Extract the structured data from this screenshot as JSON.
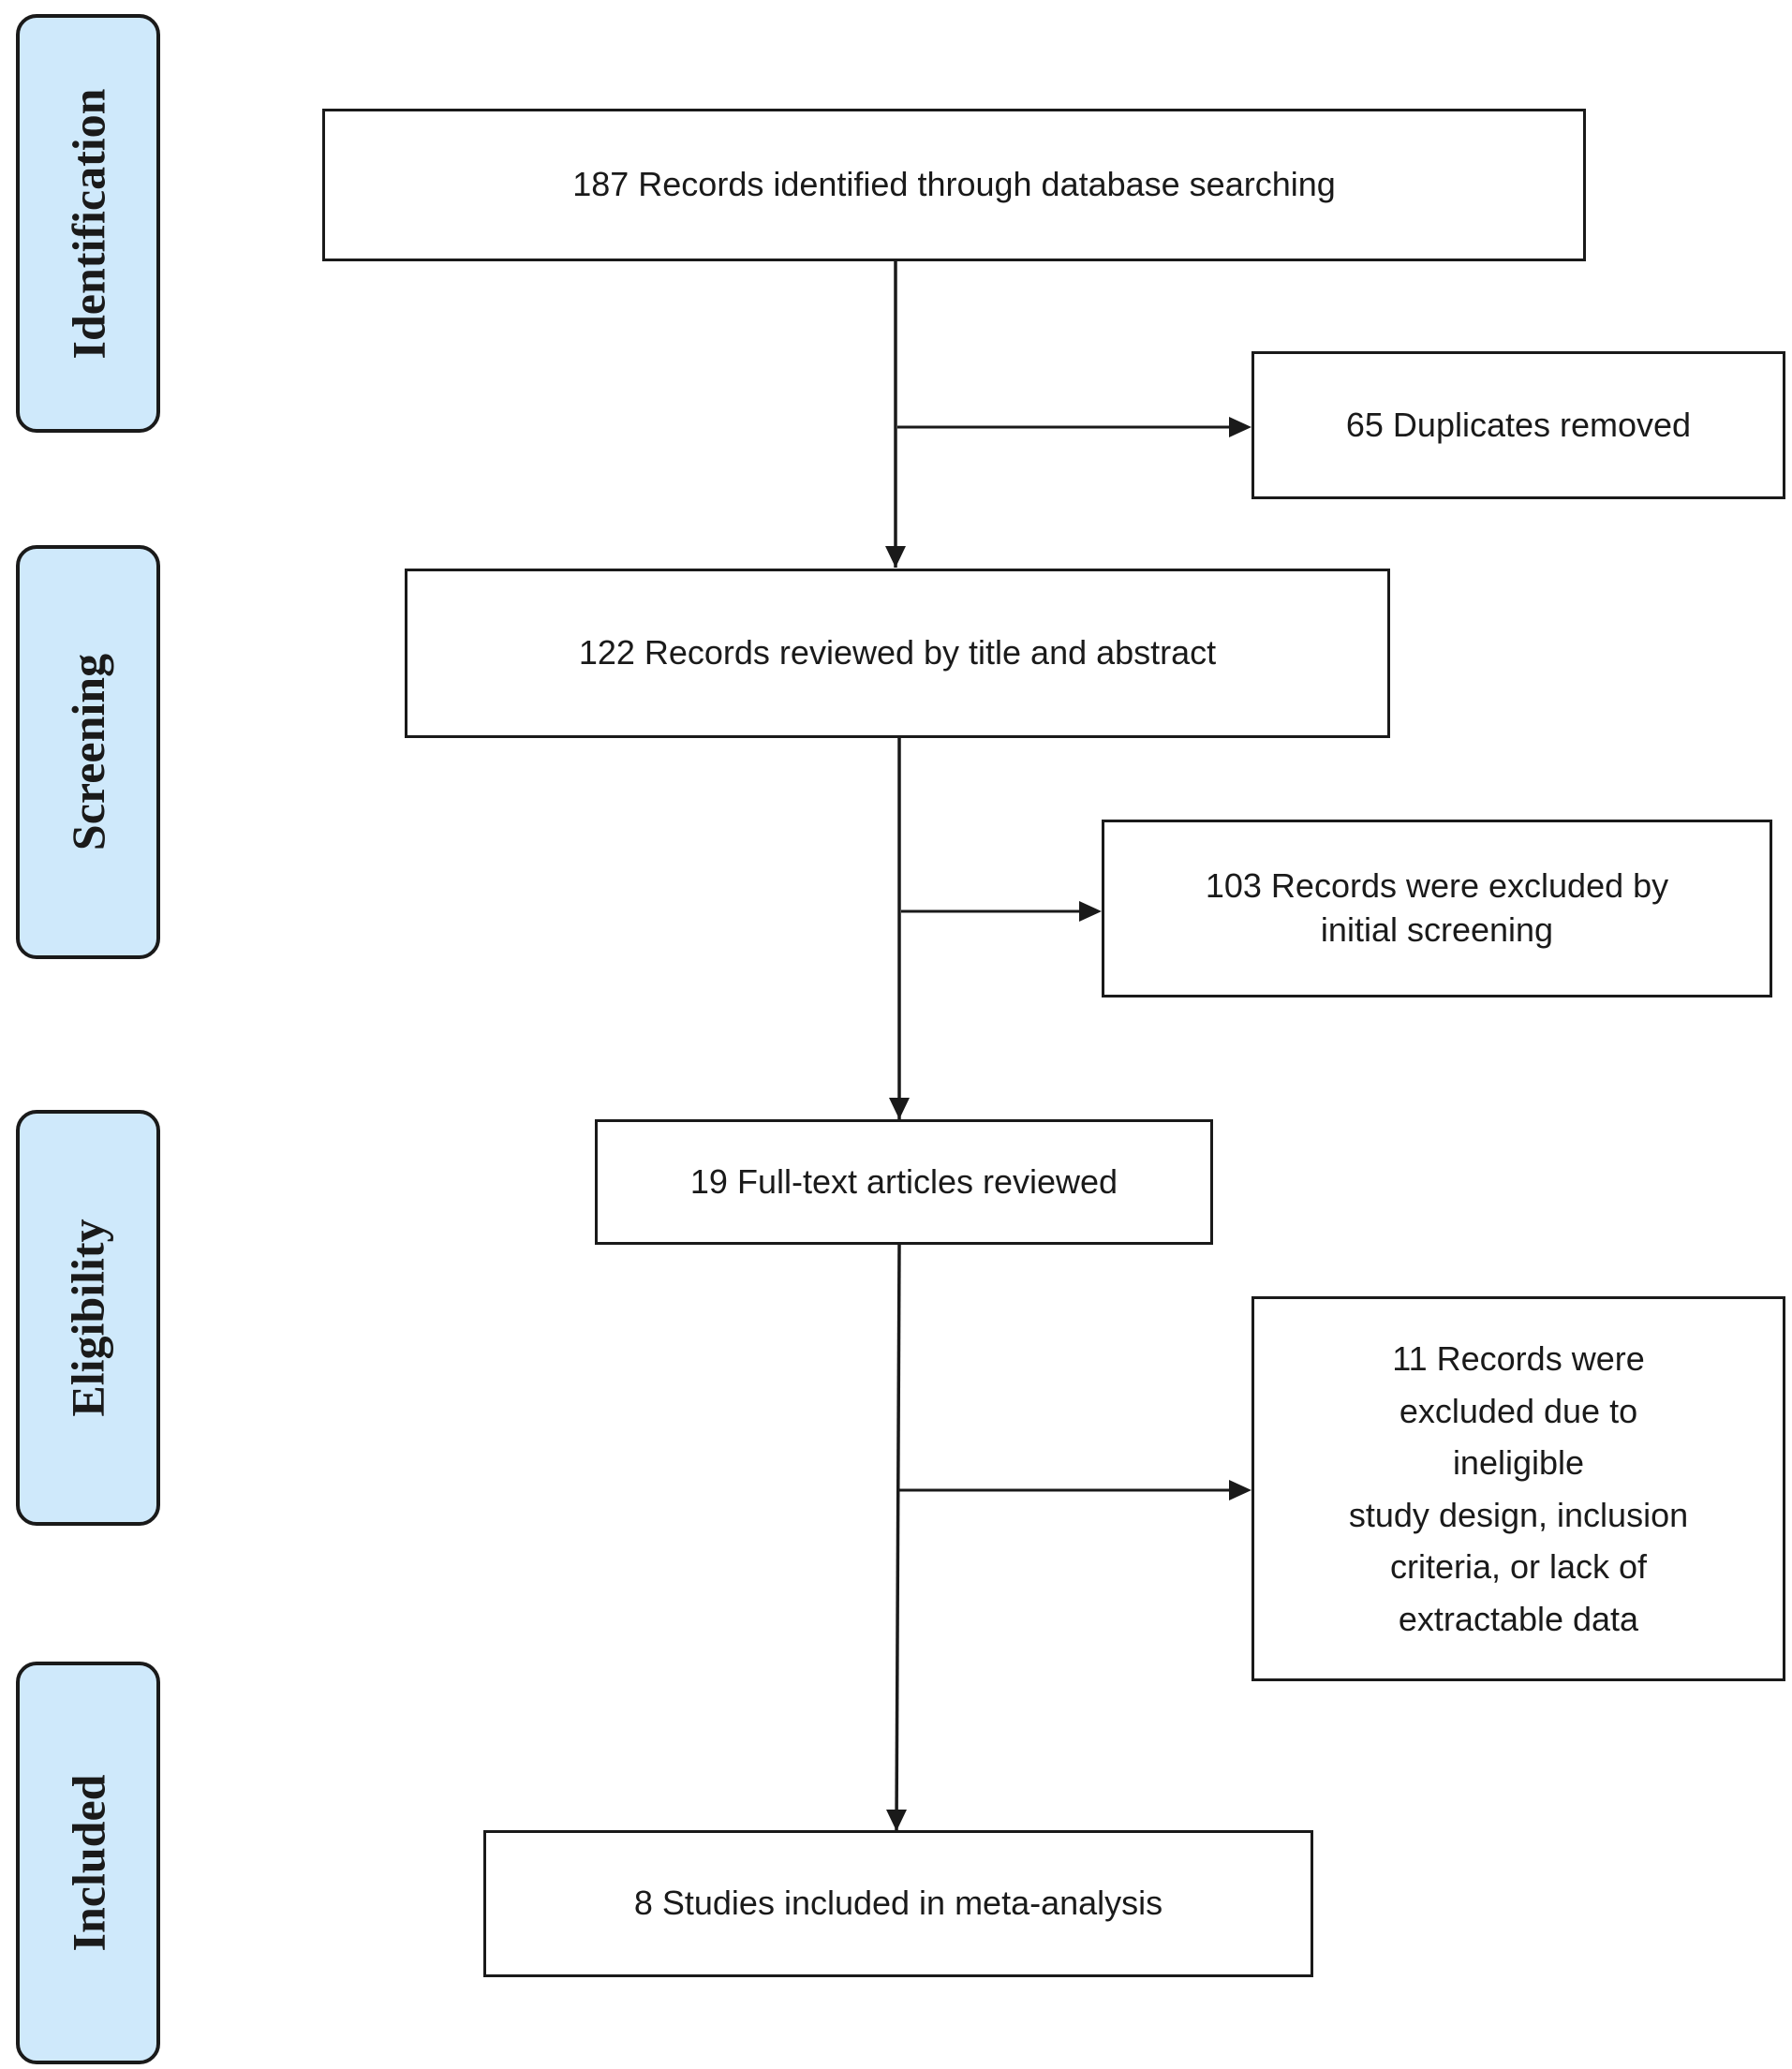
{
  "phases": {
    "identification": "Identification",
    "screening": "Screening",
    "eligibility": "Eligibility",
    "included": "Included"
  },
  "boxes": {
    "records_identified": "187 Records identified through database searching",
    "duplicates_removed": "65 Duplicates removed",
    "records_reviewed": "122 Records reviewed by title and abstract",
    "excluded_screening_line1": "103 Records were excluded by",
    "excluded_screening_line2": "initial screening",
    "fulltext_reviewed": "19 Full-text articles reviewed",
    "excluded_eligibility_lines": [
      "11 Records were",
      "excluded due to",
      "ineligible",
      "study design, inclusion",
      "criteria, or lack of",
      "extractable data"
    ],
    "studies_included": "8 Studies included in meta-analysis"
  },
  "colors": {
    "phase_fill": "#cfe9fb",
    "stroke": "#1a1a1a",
    "box_fill": "#ffffff"
  }
}
